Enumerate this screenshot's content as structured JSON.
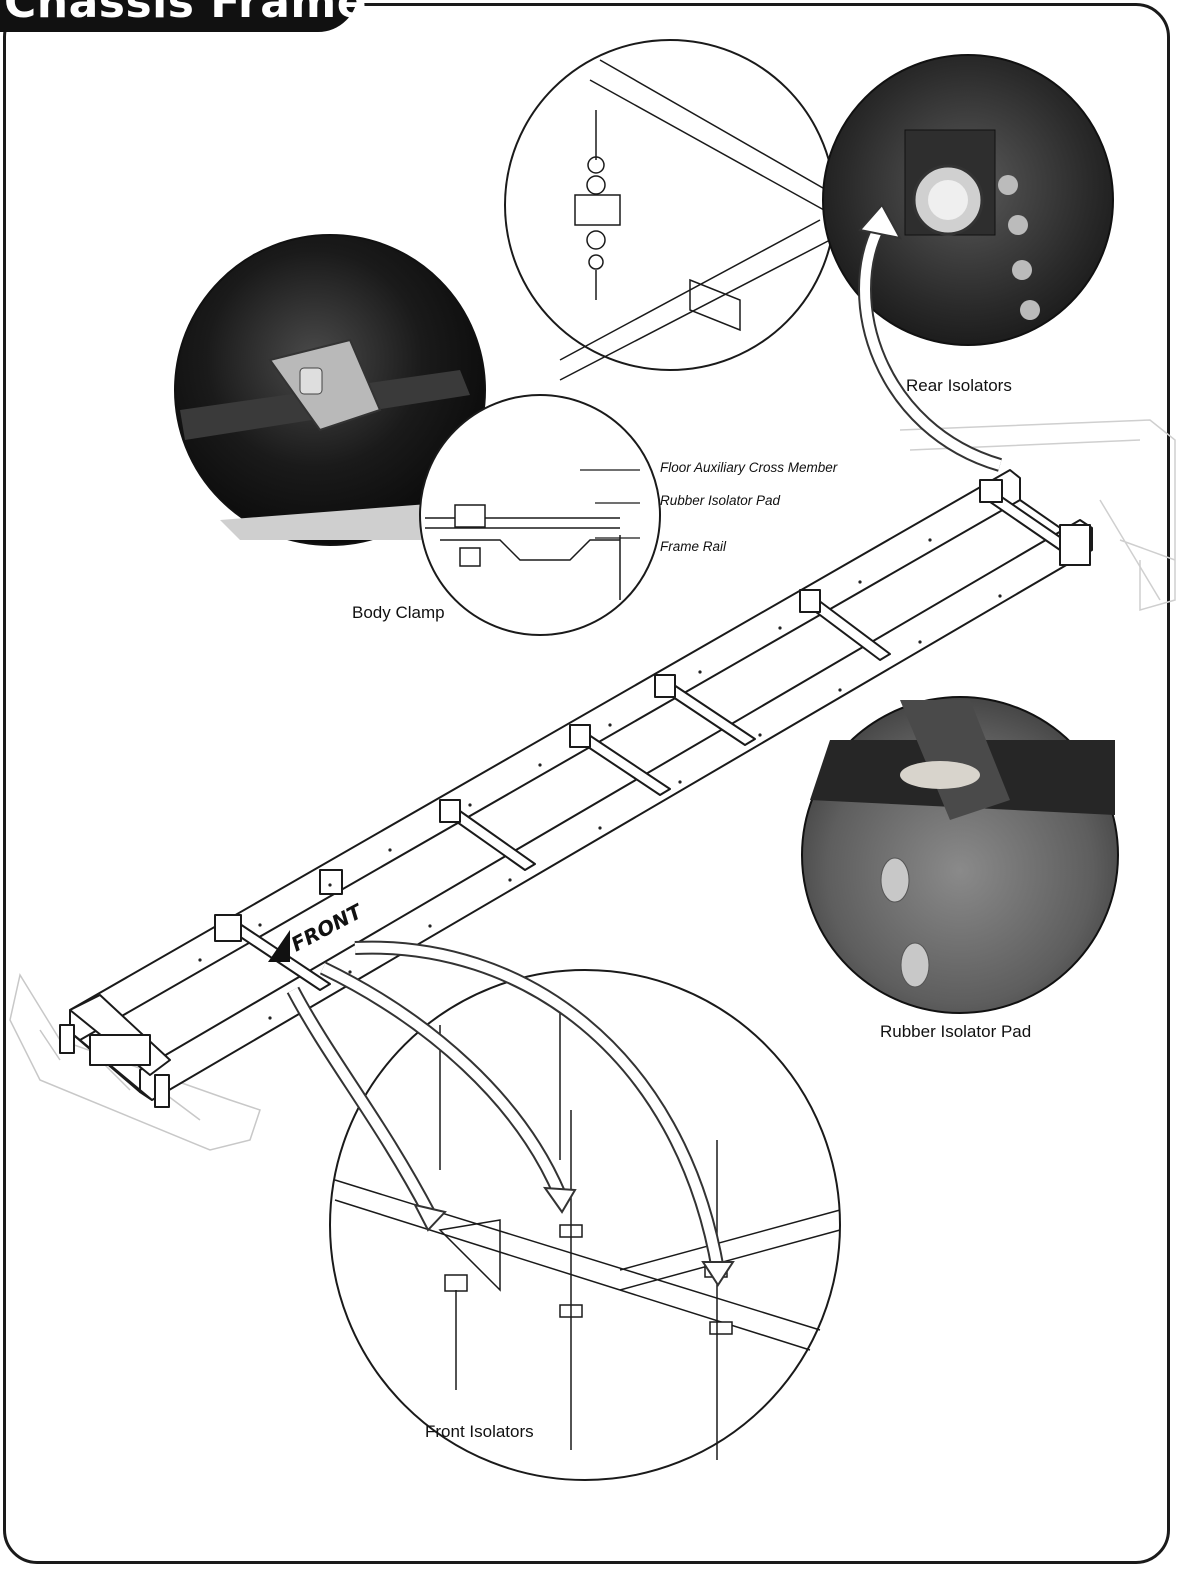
{
  "page": {
    "title": "Chassis Frame"
  },
  "labels": {
    "rear_isolators": "Rear Isolators",
    "body_clamp": "Body Clamp",
    "rubber_isolator_pad": "Rubber Isolator Pad",
    "front_isolators": "Front Isolators"
  },
  "callouts": {
    "floor_aux_cross_member": "Floor Auxiliary Cross Member",
    "rubber_isolator_pad": "Rubber Isolator Pad",
    "frame_rail": "Frame Rail"
  },
  "frame_marking": "FRONT"
}
